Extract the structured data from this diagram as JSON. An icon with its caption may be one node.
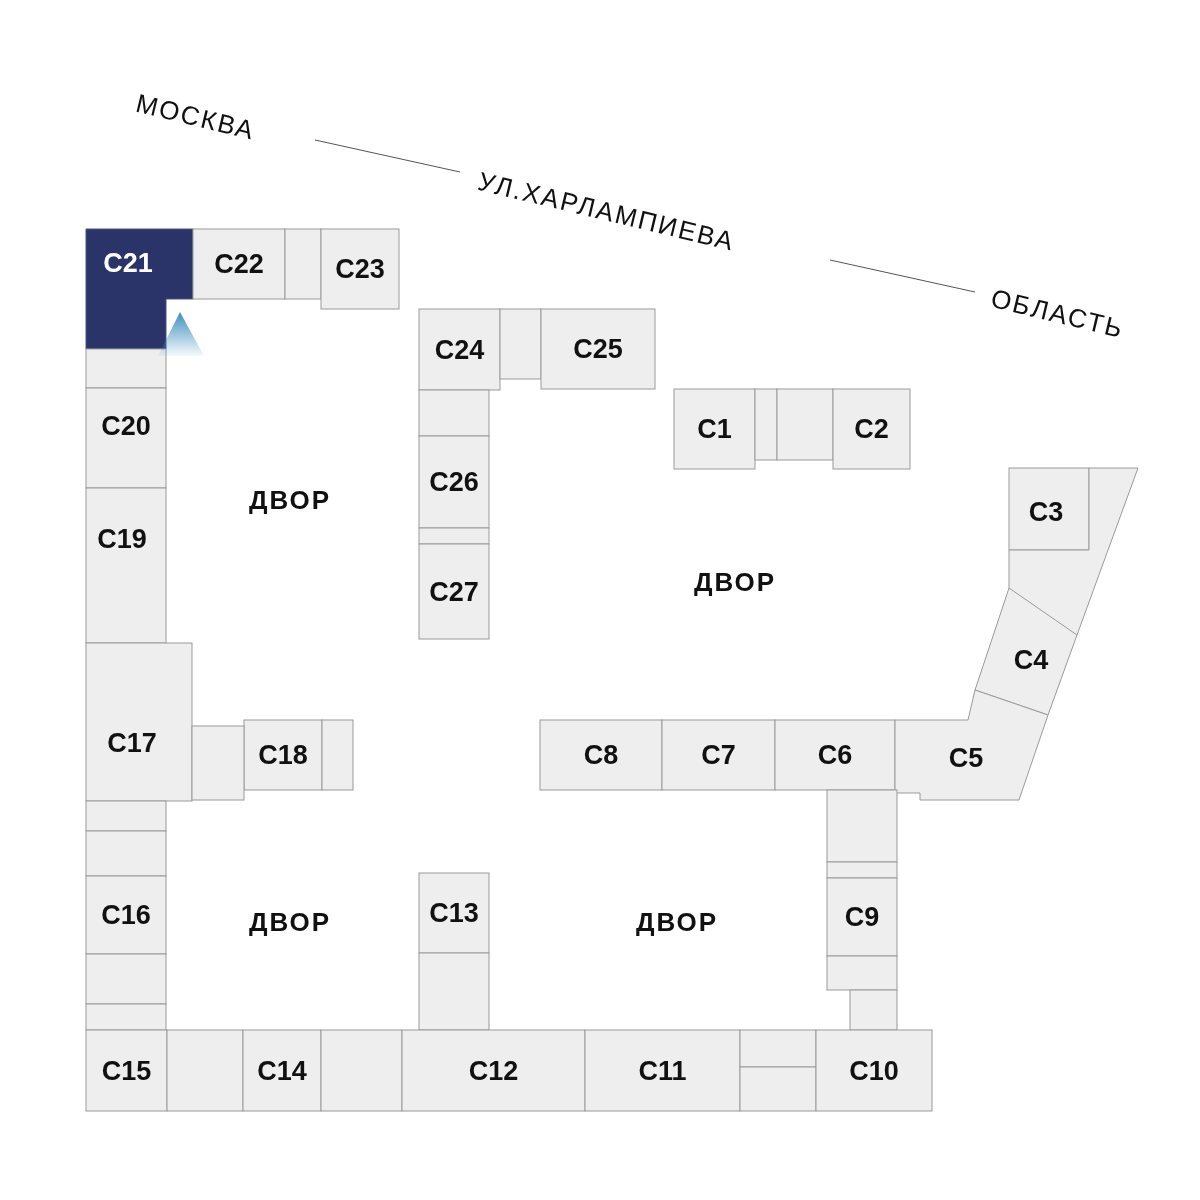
{
  "diagram": {
    "nodes": [
      {
        "text": [
          "C21"
        ]
      },
      {
        "text": [
          "C22"
        ]
      },
      {
        "text": [],
        "shape": "box"
      },
      {
        "text": [
          "C23"
        ]
      },
      {
        "text": [
          "C24"
        ]
      },
      {
        "text": [],
        "shape": "box"
      },
      {
        "text": [
          "C25"
        ]
      },
      {
        "text": [],
        "shape": "box"
      },
      {
        "text": [
          "C1"
        ]
      },
      {
        "text": [],
        "shape": "box"
      },
      {
        "text": [],
        "shape": "box"
      },
      {
        "text": [
          "C2"
        ]
      },
      {
        "text": [
          "C20"
        ]
      },
      {
        "text": [],
        "shape": "box"
      },
      {
        "text": [
          "C26"
        ]
      },
      {
        "text": [
          "C3"
        ]
      },
      {
        "text": [],
        "shape": "box"
      },
      {
        "text": [
          "C19"
        ]
      },
      {
        "text": [],
        "shape": "box"
      },
      {
        "text": [
          "C27"
        ]
      },
      {
        "text": [
          "C4"
        ]
      },
      {
        "text": [
          "C17"
        ]
      },
      {
        "text": [
          "C18"
        ]
      },
      {
        "text": [],
        "shape": "box"
      },
      {
        "text": [
          "C8"
        ]
      },
      {
        "text": [
          "C7"
        ]
      },
      {
        "text": [
          "C6"
        ]
      },
      {
        "text": [
          "C5"
        ]
      },
      {
        "text": [],
        "shape": "box"
      },
      {
        "text": [],
        "shape": "box"
      },
      {
        "text": [],
        "shape": "box"
      },
      {
        "text": [],
        "shape": "box"
      },
      {
        "text": [],
        "shape": "box"
      },
      {
        "text": [
          "C13"
        ]
      },
      {
        "text": [
          "C16"
        ]
      },
      {
        "text": [
          "C9"
        ]
      },
      {
        "text": [],
        "shape": "box"
      },
      {
        "text": [],
        "shape": "box"
      },
      {
        "text": [],
        "shape": "box"
      },
      {
        "text": [],
        "shape": "box"
      },
      {
        "text": [],
        "shape": "box"
      },
      {
        "text": [
          "C15"
        ]
      },
      {
        "text": [],
        "shape": "box"
      },
      {
        "text": [
          "C14"
        ]
      },
      {
        "text": [],
        "shape": "box"
      },
      {
        "text": [
          "C12"
        ]
      },
      {
        "text": [
          "C11"
        ]
      },
      {
        "text": [],
        "shape": "box"
      },
      {
        "text": [],
        "shape": "box"
      },
      {
        "text": [
          "C10"
        ]
      }
    ],
    "labels": [
      "МОСКВА",
      "УЛ.ХАРЛАМПИЕВА",
      "ОБЛАСТЬ",
      "ДВОР",
      "ДВОР",
      "ДВОР",
      "ДВОР"
    ]
  }
}
